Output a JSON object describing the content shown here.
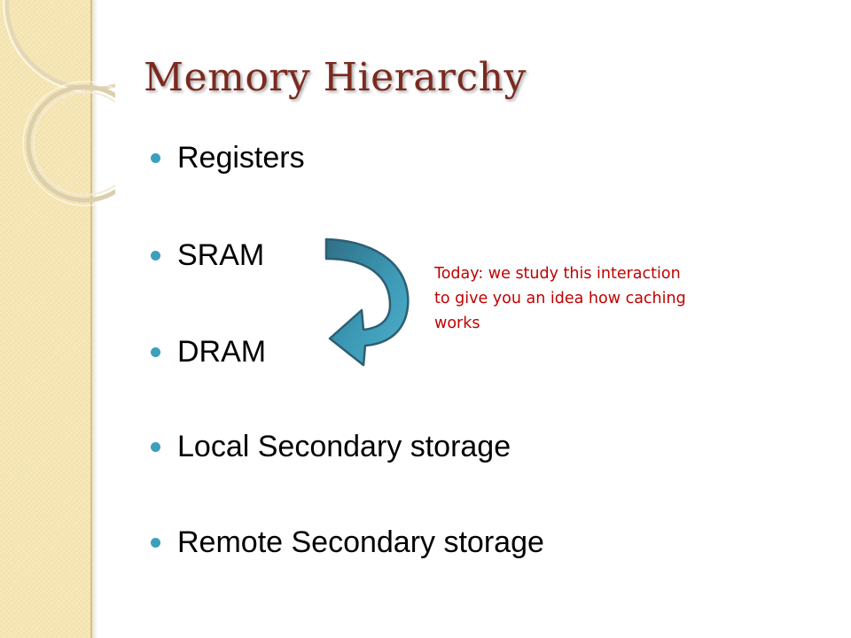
{
  "slide": {
    "title": "Memory Hierarchy",
    "bullets": [
      "Registers",
      "SRAM",
      "DRAM",
      "Local Secondary storage",
      "Remote Secondary storage"
    ],
    "annotation": {
      "lines": [
        "Today: we study this interaction",
        "to give you an idea how caching",
        "works"
      ]
    }
  },
  "colors": {
    "title": "#7a2a1f",
    "bullet_dot": "#3c9fbd",
    "annotation": "#c00000",
    "arrow_fill": "#3d9ab6",
    "arrow_stroke": "#2c5f73",
    "side_band": "#f6e6b4"
  },
  "icons": {
    "arrow": "curved-arrow-icon",
    "bullet": "bullet-dot-icon"
  }
}
